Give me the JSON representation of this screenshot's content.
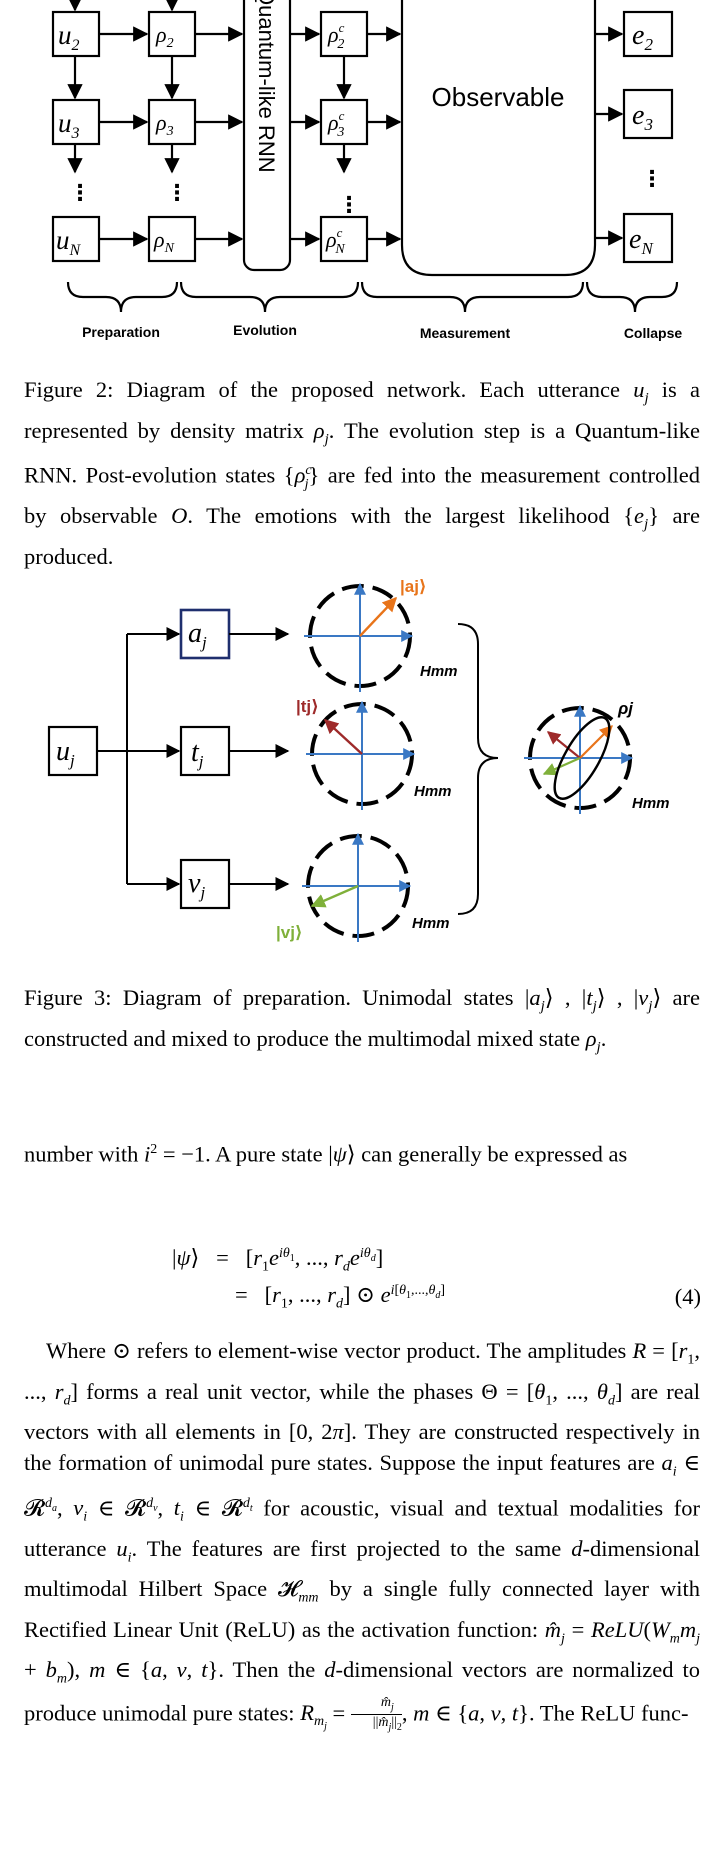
{
  "figure2": {
    "nodes": {
      "u_rows": [
        "u2",
        "u3",
        "uN"
      ],
      "rho_rows": [
        "ρ2",
        "ρ3",
        "ρN"
      ],
      "rhoc_rows": [
        "ρ2c",
        "ρ3c",
        "ρNc"
      ],
      "e_rows": [
        "e2",
        "e3",
        "eN"
      ],
      "rnn_label": "Quantum-like RNN",
      "observable_label": "Observable",
      "vdots": "⋮"
    },
    "stages": [
      "Preparation",
      "Evolution",
      "Measurement",
      "Collapse"
    ],
    "caption": "Figure 2: Diagram of the proposed network. Each utterance u_j is a represented by density matrix ρ_j. The evolution step is a Quantum-like RNN. Post-evolution states {ρ^c_j} are fed into the measurement controlled by observable O. The emotions with the largest likelihood {e_j} are produced."
  },
  "figure3": {
    "input_node": "uj",
    "modal_nodes": [
      "aj",
      "tj",
      "vj"
    ],
    "state_labels": [
      "|aj⟩",
      "|tj⟩",
      "|vj⟩"
    ],
    "space_label": "Hmm",
    "mixed_label": "ρj",
    "colors": {
      "a": "#e8741a",
      "t": "#9e2a2a",
      "v": "#7fb03a",
      "axis": "#3a78c4",
      "a_box": "#1f2f6e"
    },
    "caption": "Figure 3: Diagram of preparation. Unimodal states |a_j⟩, |t_j⟩, |v_j⟩ are constructed and mixed to produce the multimodal mixed state ρ_j."
  },
  "body": {
    "para1": "number with i² = −1. A pure state |ψ⟩ can generally be expressed as",
    "equation": {
      "line1": "|ψ⟩ = [r1 e^{iθ1}, ..., rd e^{iθd}]",
      "line2": "= [r1, ..., rd] ⊙ e^{i[θ1,...,θd]}",
      "number": "(4)"
    },
    "para2": "Where ⊙ refers to element-wise vector product. The amplitudes R = [r1, ..., rd] forms a real unit vector, while the phases Θ = [θ1, ..., θd] are real vectors with all elements in [0, 2π]. They are constructed respectively in the formation of unimodal pure states. Suppose the input features are ai ∈ R^da, vi ∈ R^dv, ti ∈ R^dt for acoustic, visual and textual modalities for utterance ui. The features are first projected to the same d-dimensional multimodal Hilbert Space Hmm by a single fully connected layer with Rectified Linear Unit (ReLU) as the activation function: m̂j = ReLU(Wm mj + bm), m ∈ {a, v, t}. Then the d-dimensional vectors are normalized to produce unimodal pure states: Rmj = m̂j / ||m̂j||2, m ∈ {a, v, t}. The ReLU func-"
  }
}
